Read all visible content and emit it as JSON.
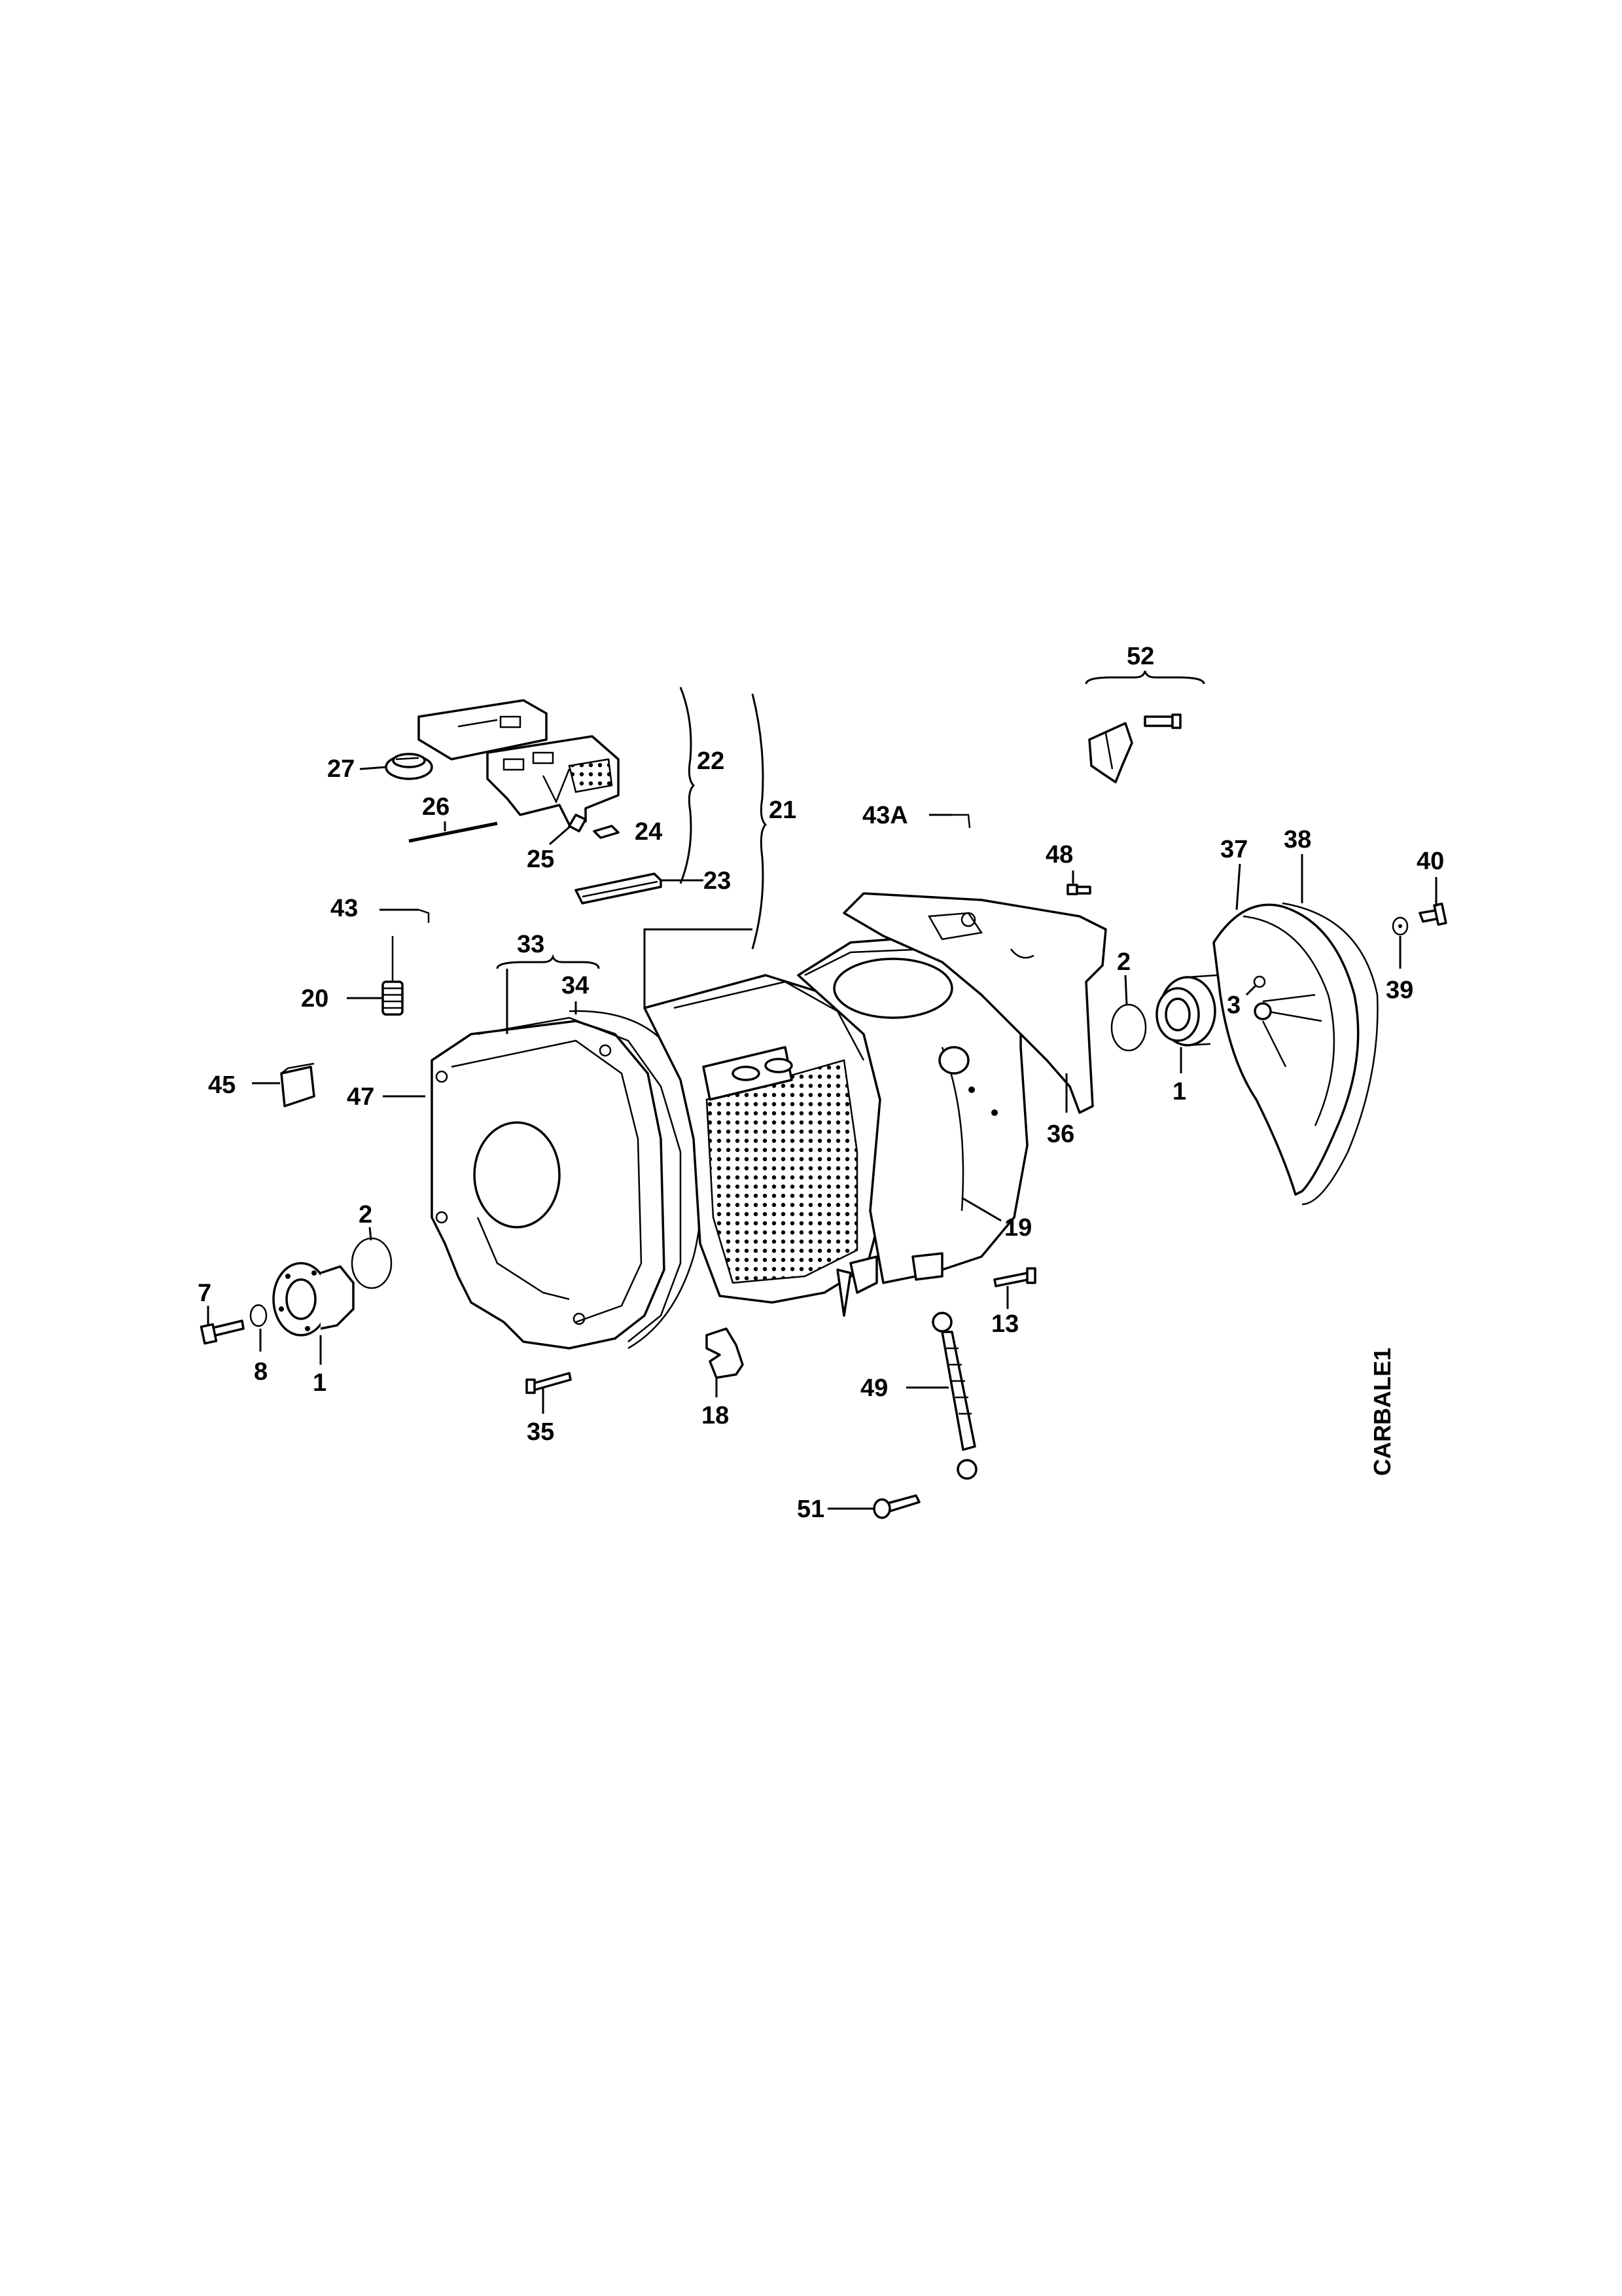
{
  "drawing_code": "CARBALE1",
  "labels": {
    "p52": "52",
    "p22": "22",
    "p21": "21",
    "p27": "27",
    "p26": "26",
    "p24": "24",
    "p25": "25",
    "p23": "23",
    "p43a": "43A",
    "p48": "48",
    "p37": "37",
    "p38": "38",
    "p40": "40",
    "p43": "43",
    "p33": "33",
    "p34": "34",
    "p20": "20",
    "p2r": "2",
    "p3": "3",
    "p39": "39",
    "p1r": "1",
    "p45": "45",
    "p47": "47",
    "p36": "36",
    "p19": "19",
    "p2l": "2",
    "p7": "7",
    "p13": "13",
    "p8": "8",
    "p1l": "1",
    "p49": "49",
    "p18": "18",
    "p35": "35",
    "p51": "51"
  }
}
